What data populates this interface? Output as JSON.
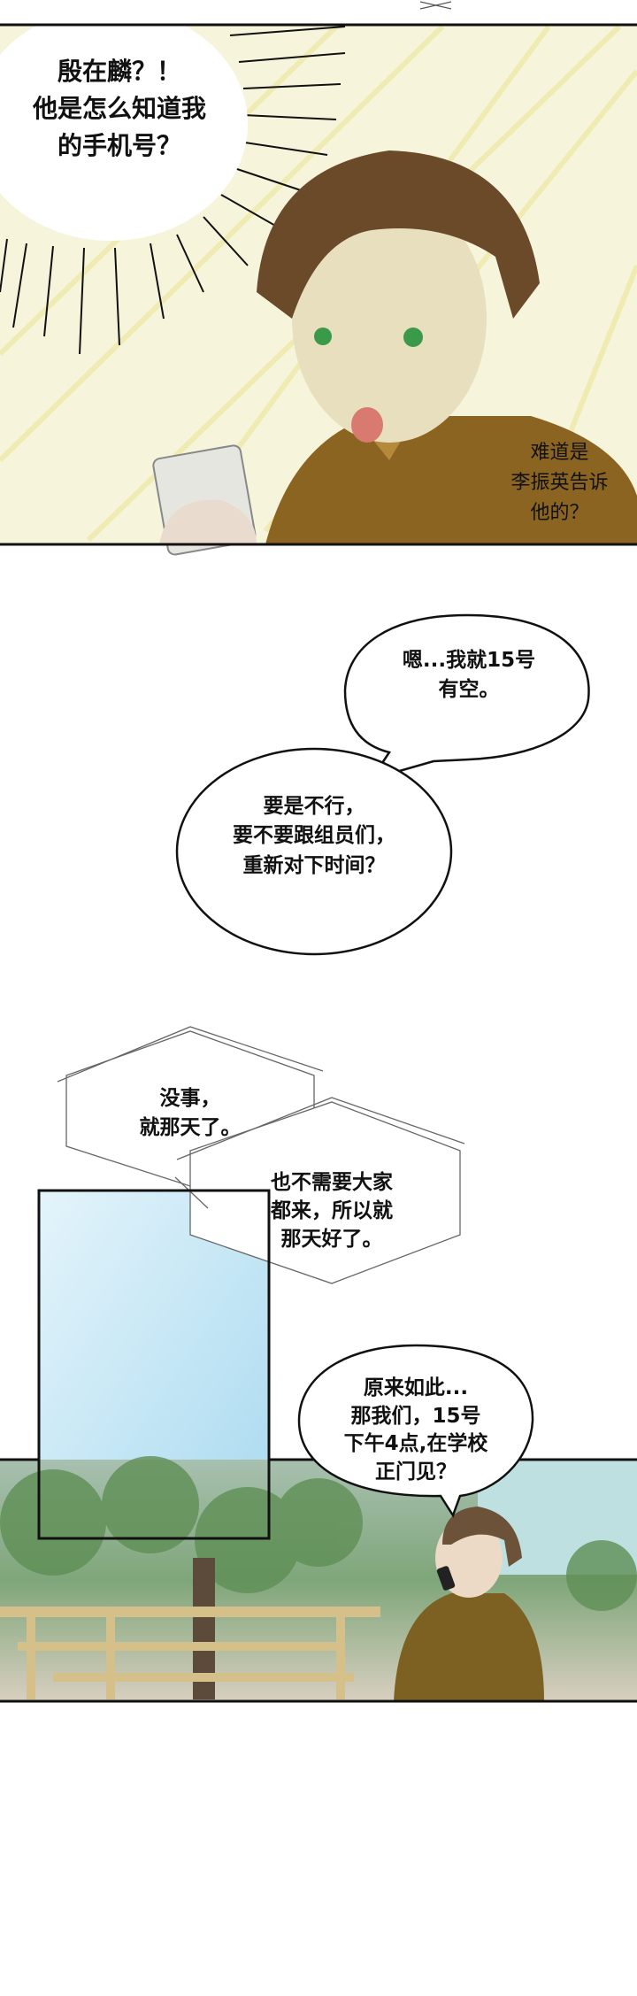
{
  "panels": [
    {
      "id": "panel-1",
      "bubbles": [
        {
          "text": "殷在麟？！\n他是怎么知道我\n的手机号？",
          "style": "burst"
        },
        {
          "text": "难道是\n李振英告诉\n他的？",
          "style": "floating"
        }
      ]
    },
    {
      "id": "dialogue",
      "bubbles": [
        {
          "text": "嗯...我就15号\n有空。",
          "style": "speech"
        },
        {
          "text": "要是不行，\n要不要跟组员们，\n重新对下时间？",
          "style": "speech"
        }
      ]
    },
    {
      "id": "phone-boxes",
      "bubbles": [
        {
          "text": "没事，\n就那天了。",
          "style": "hexagon-phone"
        },
        {
          "text": "也不需要大家\n都来，所以就\n那天好了。",
          "style": "hexagon-phone"
        }
      ]
    },
    {
      "id": "panel-3",
      "bubbles": [
        {
          "text": "原来如此...\n那我们，15号\n下午4点,在学校\n正门见？",
          "style": "speech"
        }
      ]
    }
  ],
  "colors": {
    "hair": "#6b4a2a",
    "shirt": "#8a6420",
    "eyes": "#3a9a4a",
    "sky": "#bfe3f2",
    "burst_bg": "#f6f3d8"
  }
}
